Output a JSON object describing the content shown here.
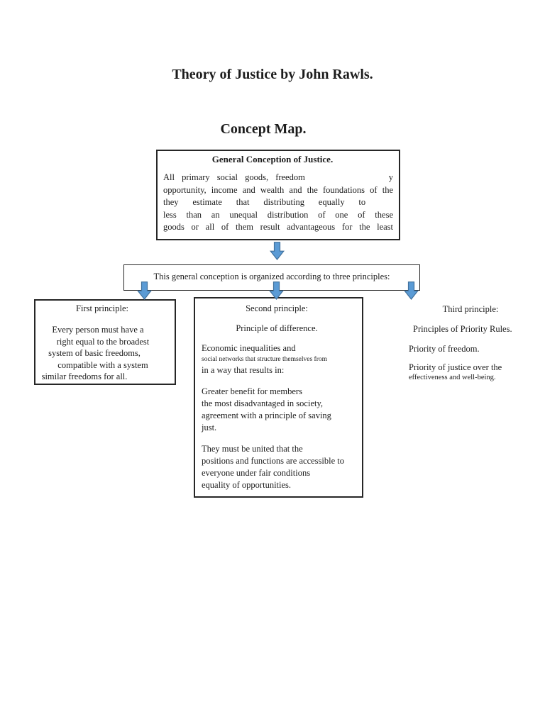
{
  "page": {
    "title": "Theory of Justice by John Rawls.",
    "subtitle": "Concept Map."
  },
  "general_conception": {
    "heading": "General Conception of Justice.",
    "line1_left": "All primary social goods, freedom",
    "line1_right": "y",
    "line2": "opportunity, income and wealth and the foundations of the",
    "line3": "they estimate that distributing equally to",
    "line4": "less than an unequal distribution of one of these",
    "line5": "goods or all of them result advantageous for the least"
  },
  "organizer": {
    "label": "This general conception is organized according to three principles:"
  },
  "first_principle": {
    "heading": "First principle:",
    "lines": [
      "Every person must have a",
      "right equal to the broadest",
      "system of basic freedoms,",
      "compatible with a system",
      "similar freedoms for all."
    ]
  },
  "second_principle": {
    "heading": "Second principle:",
    "subheading": "Principle of difference.",
    "paragraph1": {
      "line1": "Economic inequalities and",
      "line2_small": "social networks that structure themselves from",
      "line3": "in a way that results in:"
    },
    "paragraph2": [
      "Greater benefit for members",
      "the most disadvantaged in society,",
      "agreement with a principle of saving",
      "just."
    ],
    "paragraph3": [
      "They must be united that the",
      "positions and functions are accessible to",
      "everyone under fair conditions",
      "equality of opportunities."
    ]
  },
  "third_principle": {
    "heading": "Third principle:",
    "line1": "Principles of Priority Rules.",
    "line2": "Priority of freedom.",
    "line3": "Priority of justice over the",
    "line4_small": "effectiveness and well-being."
  },
  "icons": {
    "arrow": "down-arrow-icon"
  },
  "colors": {
    "arrow_fill": "#5b9bd5",
    "arrow_stroke": "#41719c",
    "text": "#1c1c1c",
    "border": "#262626",
    "background": "#ffffff"
  }
}
